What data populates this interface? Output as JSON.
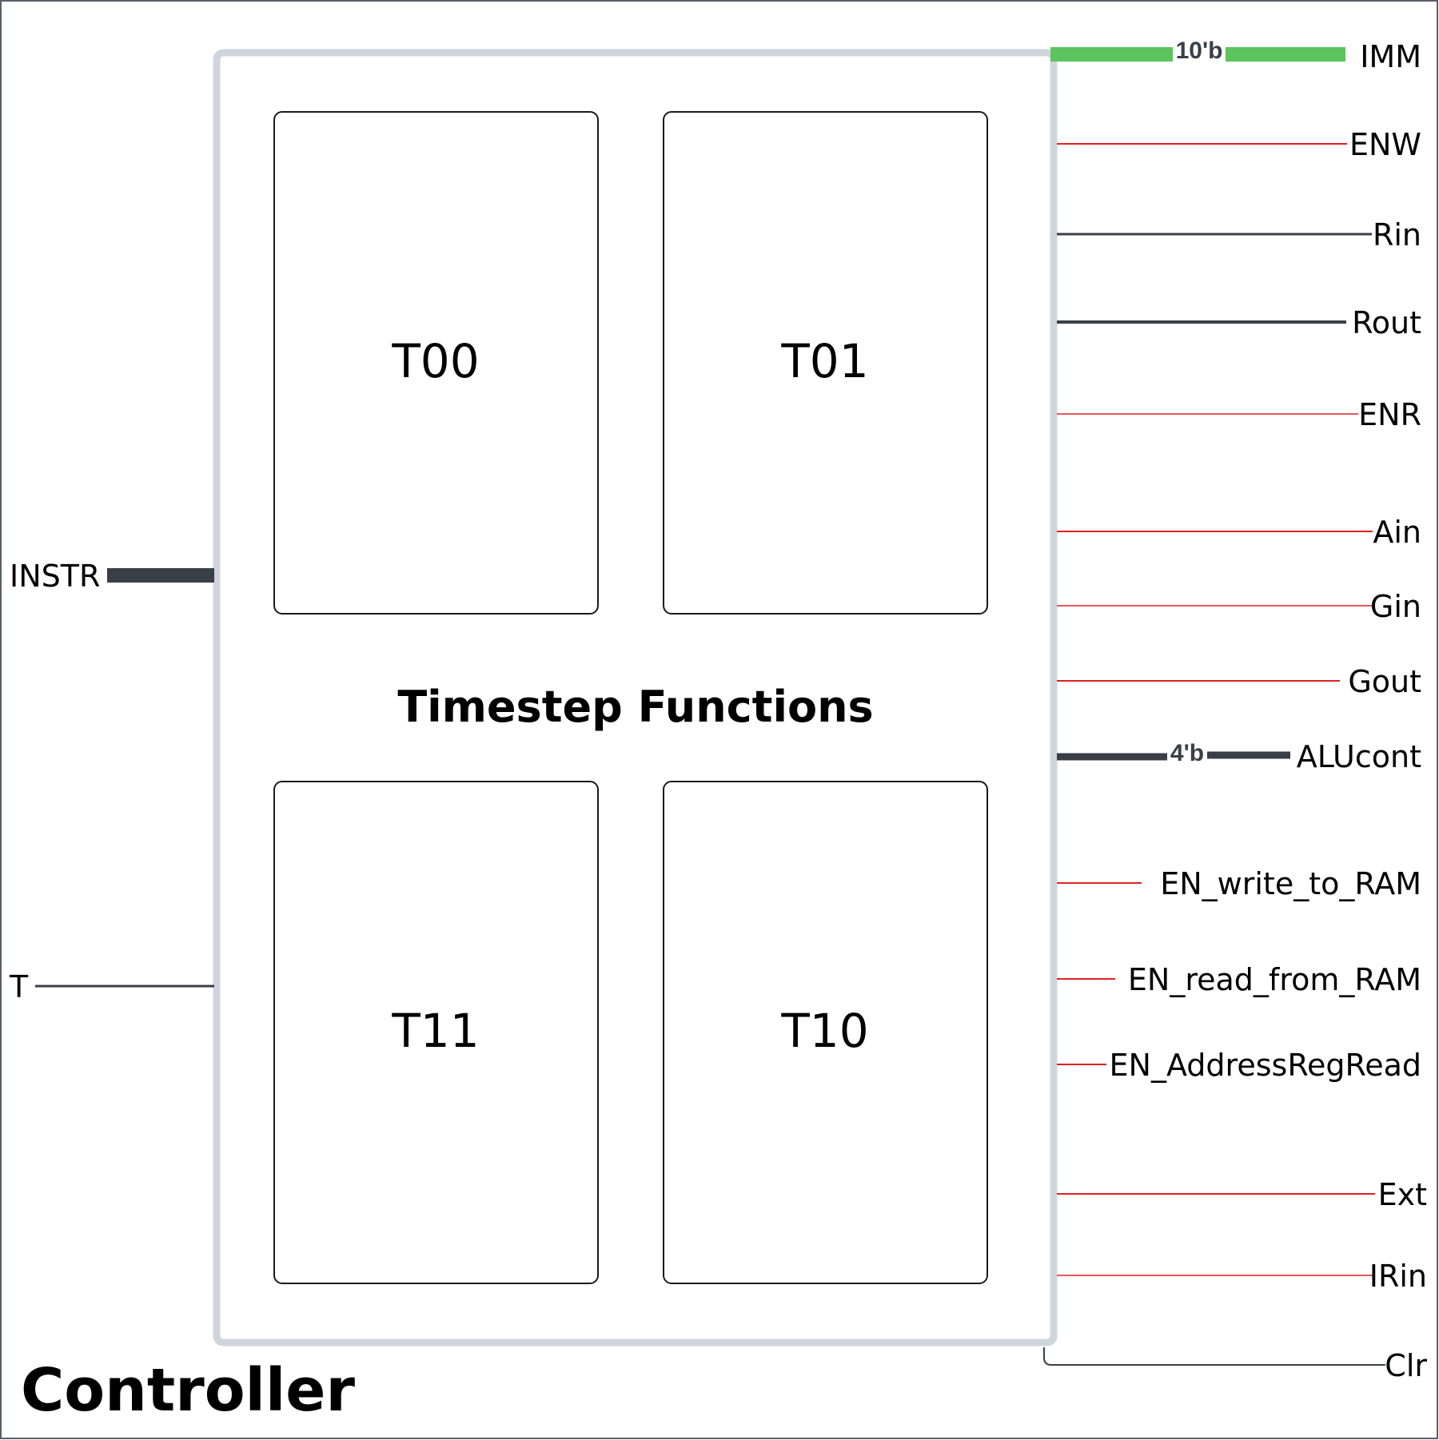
{
  "diagram": {
    "controller_label": "Controller",
    "inner_label": "Timestep Functions",
    "timestep_boxes": [
      "T00",
      "T01",
      "T11",
      "T10"
    ],
    "inputs": [
      {
        "label": "INSTR",
        "style": "bus"
      },
      {
        "label": "T",
        "style": "wire"
      }
    ],
    "outputs": [
      {
        "label": "IMM",
        "style": "bus-green",
        "width_tag": "10'b"
      },
      {
        "label": "ENW",
        "style": "red"
      },
      {
        "label": "Rin",
        "style": "dark"
      },
      {
        "label": "Rout",
        "style": "dark"
      },
      {
        "label": "ENR",
        "style": "red"
      },
      {
        "label": "Ain",
        "style": "red"
      },
      {
        "label": "Gin",
        "style": "red"
      },
      {
        "label": "Gout",
        "style": "red"
      },
      {
        "label": "ALUcont",
        "style": "bus-dark",
        "width_tag": "4'b"
      },
      {
        "label": "EN_write_to_RAM",
        "style": "red"
      },
      {
        "label": "EN_read_from_RAM",
        "style": "red"
      },
      {
        "label": "EN_AddressRegRead",
        "style": "red"
      },
      {
        "label": "Ext",
        "style": "red"
      },
      {
        "label": "IRin",
        "style": "red"
      },
      {
        "label": "Clr",
        "style": "clr"
      }
    ],
    "colors": {
      "outer_border": "#5a5f66",
      "inner_border": "#cfd5dc",
      "box_border": "#1a1a1a",
      "red_wire": "#e02020",
      "dark_wire": "#3a3f47",
      "green_bus": "#5cc45c"
    }
  }
}
